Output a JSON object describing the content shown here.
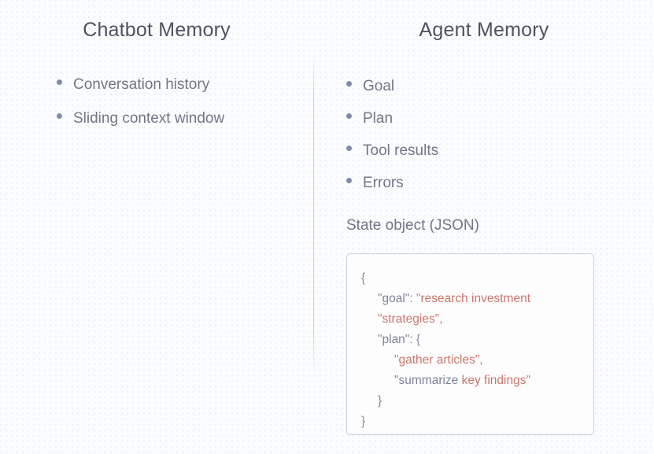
{
  "slide": {
    "background_color": "#fbfcfd",
    "divider_color": "#bec9dd"
  },
  "columns": {
    "left": {
      "title": "Chatbot Memory",
      "bullets": [
        {
          "label": "Conversation history"
        },
        {
          "label": "Sliding context window"
        }
      ]
    },
    "right": {
      "title": "Agent Memory",
      "bullets": [
        {
          "label": "Goal"
        },
        {
          "label": "Plan"
        },
        {
          "label": "Tool results"
        },
        {
          "label": "Errors"
        }
      ],
      "state_label": "State object (JSON)",
      "code_block": {
        "language": "json",
        "border_color": "#c3cfe4",
        "background_color": "#fdfdfe",
        "key_color": "#7b8499",
        "string_color": "#c8766a",
        "punct_color": "#858c9e",
        "lines": [
          {
            "indent": 0,
            "tokens": [
              {
                "text": "{",
                "type": "punct"
              }
            ]
          },
          {
            "indent": 1,
            "tokens": [
              {
                "text": "\"goal\"",
                "type": "key"
              },
              {
                "text": ": ",
                "type": "punct"
              },
              {
                "text": "\"research investment",
                "type": "str"
              }
            ]
          },
          {
            "indent": 1,
            "tokens": [
              {
                "text": "\"strategies\"",
                "type": "str"
              },
              {
                "text": ",",
                "type": "punct"
              }
            ]
          },
          {
            "indent": 1,
            "tokens": [
              {
                "text": "\"plan\"",
                "type": "key"
              },
              {
                "text": ": {",
                "type": "punct"
              }
            ]
          },
          {
            "indent": 2,
            "tokens": [
              {
                "text": "\"gather articles\"",
                "type": "str"
              },
              {
                "text": ",",
                "type": "punct"
              }
            ]
          },
          {
            "indent": 2,
            "tokens": [
              {
                "text": "\"summarize ",
                "type": "key"
              },
              {
                "text": "key findings\"",
                "type": "str"
              }
            ]
          },
          {
            "indent": 1,
            "tokens": [
              {
                "text": "}",
                "type": "punct"
              }
            ]
          },
          {
            "indent": 0,
            "tokens": [
              {
                "text": "}",
                "type": "punct"
              }
            ]
          }
        ]
      }
    }
  }
}
